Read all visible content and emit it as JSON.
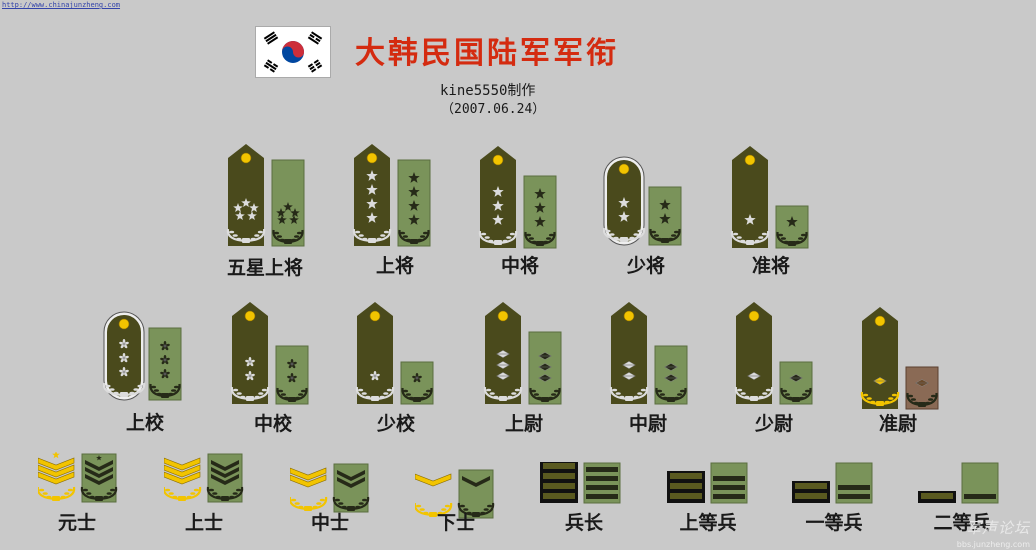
{
  "source_url": "http://www.chinajunzheng.com",
  "title": "大韩民国陆军军衔",
  "author": "kine5550制作",
  "date": "（2007.06.24）",
  "watermark": "军声论坛",
  "watermark_url": "bbs.junzheng.com",
  "colors": {
    "background": "#c9c9c9",
    "board_olive": "#4a4a1c",
    "patch_green": "#7a935a",
    "title_red": "#d42b10",
    "gold": "#f2c400",
    "silver": "#dcdcdc"
  },
  "ranks": [
    {
      "label": "五星上将",
      "style": "board",
      "insignia": "star",
      "count": 5,
      "arrangement": "circle"
    },
    {
      "label": "上将",
      "style": "board",
      "insignia": "star",
      "count": 4
    },
    {
      "label": "中将",
      "style": "board",
      "insignia": "star",
      "count": 3
    },
    {
      "label": "少将",
      "style": "board-bordered",
      "insignia": "star",
      "count": 2
    },
    {
      "label": "准将",
      "style": "board",
      "insignia": "star",
      "count": 1
    },
    {
      "label": "上校",
      "style": "board-bordered",
      "insignia": "mugunghwa",
      "count": 3
    },
    {
      "label": "中校",
      "style": "board",
      "insignia": "mugunghwa",
      "count": 2
    },
    {
      "label": "少校",
      "style": "board",
      "insignia": "mugunghwa",
      "count": 1
    },
    {
      "label": "上尉",
      "style": "board",
      "insignia": "diamond",
      "count": 3
    },
    {
      "label": "中尉",
      "style": "board",
      "insignia": "diamond",
      "count": 2
    },
    {
      "label": "少尉",
      "style": "board",
      "insignia": "diamond",
      "count": 1
    },
    {
      "label": "准尉",
      "style": "board",
      "insignia": "gold-diamond",
      "count": 1
    },
    {
      "label": "元士",
      "style": "nco",
      "insignia": "chevron",
      "count": 3,
      "topper": "star"
    },
    {
      "label": "上士",
      "style": "nco",
      "insignia": "chevron",
      "count": 3
    },
    {
      "label": "中士",
      "style": "nco",
      "insignia": "chevron",
      "count": 2
    },
    {
      "label": "下士",
      "style": "nco",
      "insignia": "chevron",
      "count": 1
    },
    {
      "label": "兵长",
      "style": "enlisted",
      "insignia": "bar",
      "count": 4
    },
    {
      "label": "上等兵",
      "style": "enlisted",
      "insignia": "bar",
      "count": 3
    },
    {
      "label": "一等兵",
      "style": "enlisted",
      "insignia": "bar",
      "count": 2
    },
    {
      "label": "二等兵",
      "style": "enlisted",
      "insignia": "bar",
      "count": 1
    }
  ]
}
